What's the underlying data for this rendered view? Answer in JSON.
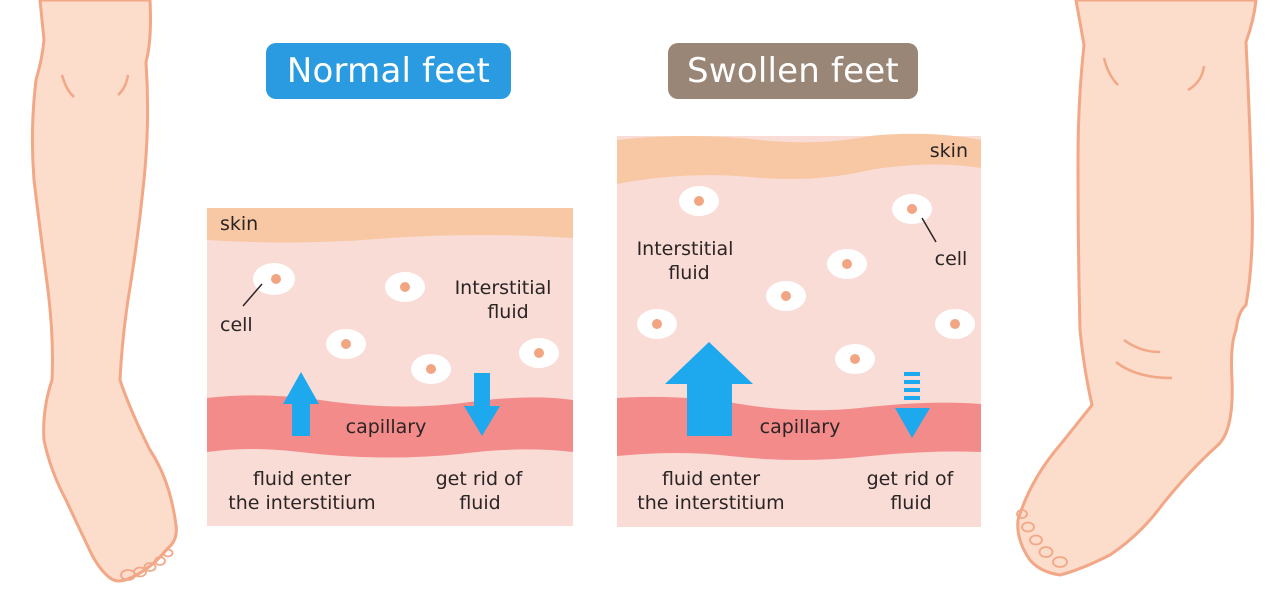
{
  "titles": {
    "normal": "Normal feet",
    "swollen": "Swollen feet"
  },
  "colors": {
    "normal_title_bg": "#2a9be0",
    "swollen_title_bg": "#9a8676",
    "skin_layer": "#f8c8a5",
    "tissue": "#fadcd6",
    "capillary": "#f48b8b",
    "arrow": "#1ea8ee",
    "cell": "#ffffff",
    "nucleus": "#f2a582",
    "leg_fill": "#fcdcca",
    "leg_outline": "#f2a786"
  },
  "normal_panel": {
    "skin_label": "skin",
    "cell_label": "cell",
    "fluid_label_line1": "Interstitial",
    "fluid_label_line2": "fluid",
    "capillary_label": "capillary",
    "enter_label_line1": "fluid enter",
    "enter_label_line2": "the interstitium",
    "exit_label_line1": "get rid of",
    "exit_label_line2": "fluid"
  },
  "swollen_panel": {
    "skin_label": "skin",
    "cell_label": "cell",
    "fluid_label_line1": "Interstitial",
    "fluid_label_line2": "fluid",
    "capillary_label": "capillary",
    "enter_label_line1": "fluid enter",
    "enter_label_line2": "the interstitium",
    "exit_label_line1": "get rid of",
    "exit_label_line2": "fluid"
  }
}
